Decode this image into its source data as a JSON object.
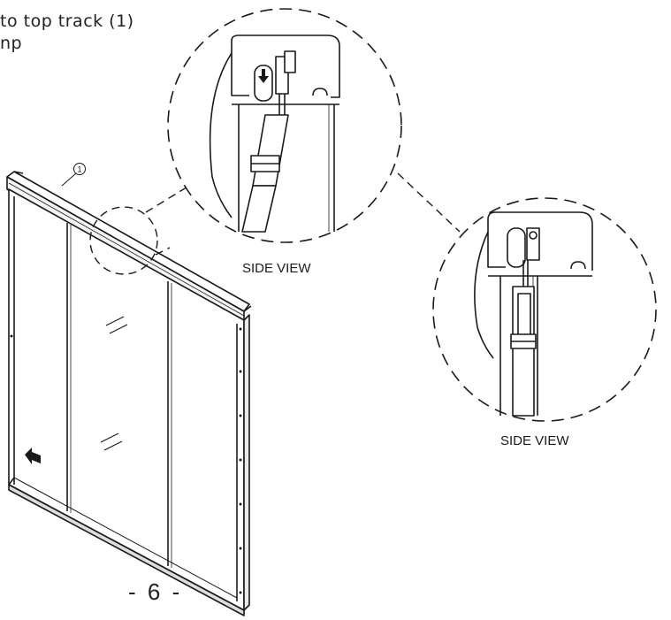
{
  "instruction": {
    "line1": "to top track (1)",
    "line2": "np"
  },
  "callout": {
    "part_number": "1"
  },
  "detail_views": [
    {
      "label": "SIDE VIEW"
    },
    {
      "label": "SIDE VIEW"
    }
  ],
  "page": {
    "number_text": "- 6 -"
  }
}
